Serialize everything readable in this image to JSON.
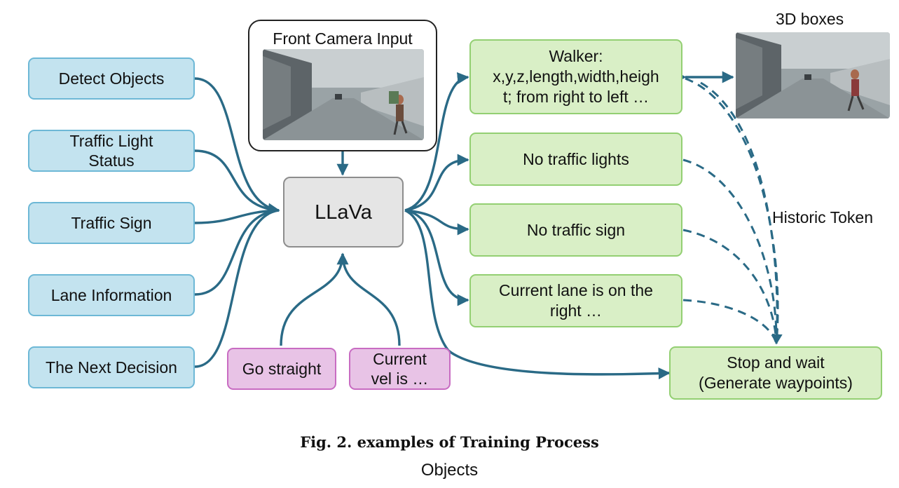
{
  "inputs": {
    "detect_objects": "Detect Objects",
    "traffic_light_status": "Traffic Light\nStatus",
    "traffic_sign": "Traffic Sign",
    "lane_information": "Lane Information",
    "next_decision": "The Next Decision"
  },
  "camera": {
    "title": "Front Camera Input"
  },
  "model": {
    "label": "LLaVa"
  },
  "prompts": {
    "go_straight": "Go straight",
    "current_vel": "Current\nvel is …"
  },
  "outputs": {
    "walker": "Walker:\nx,y,z,length,width,heigh\nt; from right to left …",
    "no_traffic_lights": "No traffic lights",
    "no_traffic_sign": "No traffic sign",
    "current_lane": "Current lane is on the\nright …",
    "stop_and_wait": "Stop and wait\n(Generate waypoints)"
  },
  "labels": {
    "three_d_boxes": "3D boxes",
    "historic_token": "Historic Token"
  },
  "caption": {
    "main": "Fig. 2. examples of Training Process",
    "sub": "Objects"
  },
  "colors": {
    "arrow": "#2a6a86",
    "input_fill": "#c3e3ef",
    "output_fill": "#d9efc6",
    "prompt_fill": "#e8c3e6",
    "model_fill": "#e5e5e5"
  }
}
